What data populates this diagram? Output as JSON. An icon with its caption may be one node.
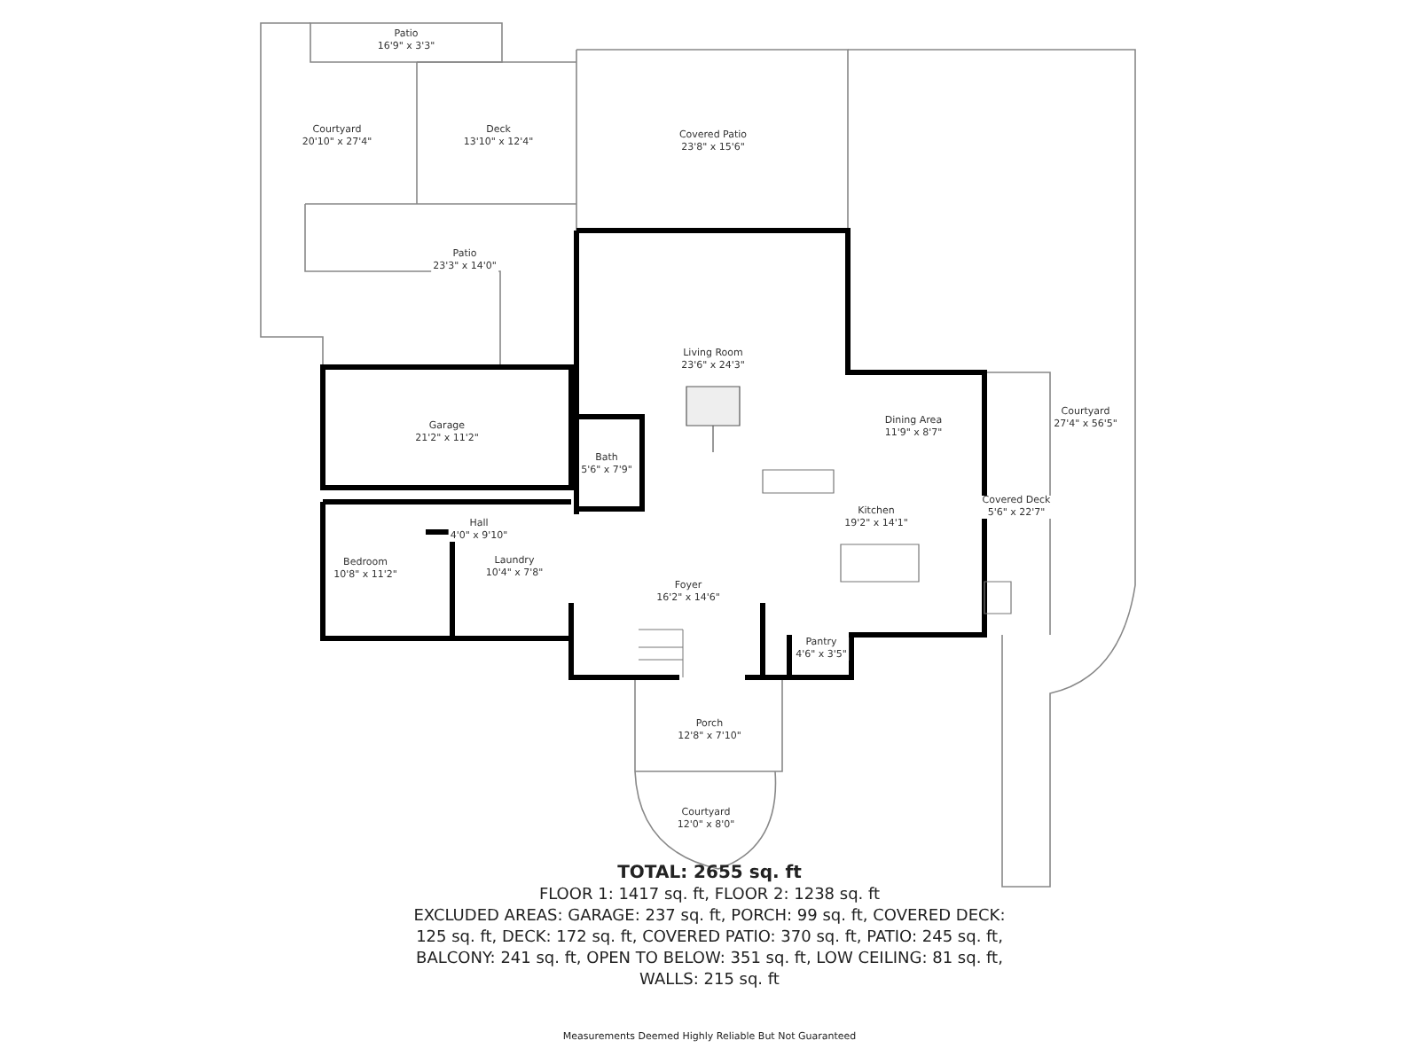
{
  "diagram": {
    "nodes": [
      {
        "text": [
          "Patio",
          "16'9\" x 3'3\""
        ]
      },
      {
        "text": [
          "Courtyard",
          "20'10\" x 27'4\""
        ]
      },
      {
        "text": [
          "Deck",
          "13'10\" x 12'4\""
        ]
      },
      {
        "text": [
          "Covered Patio",
          "23'8\" x 15'6\""
        ]
      },
      {
        "text": [
          "Patio",
          "23'3\" x 14'0\""
        ]
      },
      {
        "text": [
          "Living Room",
          "23'6\" x 24'3\""
        ]
      },
      {
        "text": [
          "Garage",
          "21'2\" x 11'2\""
        ]
      },
      {
        "text": [
          "Courtyard",
          "27'4\" x 56'5\""
        ]
      },
      {
        "text": [
          "Dining Area",
          "11'9\" x 8'7\""
        ]
      },
      {
        "text": [
          "Bath",
          "5'6\" x 7'9\""
        ]
      },
      {
        "text": [
          "Covered Deck",
          "5'6\" x 22'7\""
        ]
      },
      {
        "text": [
          "Hall",
          "4'0\" x 9'10\""
        ]
      },
      {
        "text": [
          "Kitchen",
          "19'2\" x 14'1\""
        ]
      },
      {
        "text": [
          "Bedroom",
          "10'8\" x 11'2\""
        ]
      },
      {
        "text": [
          "Laundry",
          "10'4\" x 7'8\""
        ]
      },
      {
        "text": [
          "Foyer",
          "16'2\" x 14'6\""
        ]
      },
      {
        "text": [
          "Pantry",
          "4'6\" x 3'5\""
        ]
      },
      {
        "text": [
          "Porch",
          "12'8\" x 7'10\""
        ]
      },
      {
        "text": [
          "Courtyard",
          "12'0\" x 8'0\""
        ]
      }
    ],
    "edges": [],
    "labels": [
      "TOTAL: 2655 sq. ft",
      "FLOOR 1: 1417 sq. ft, FLOOR 2: 1238 sq. ft",
      "EXCLUDED AREAS: GARAGE: 237 sq. ft, PORCH: 99 sq. ft, COVERED DECK: 125 sq. ft, DECK: 172 sq. ft, COVERED PATIO: 370 sq. ft, PATIO: 245 sq. ft, BALCONY: 241 sq. ft, OPEN TO BELOW: 351 sq. ft, LOW CEILING: 81 sq. ft, WALLS: 215 sq. ft",
      "Measurements Deemed Highly Reliable But Not Guaranteed"
    ]
  }
}
